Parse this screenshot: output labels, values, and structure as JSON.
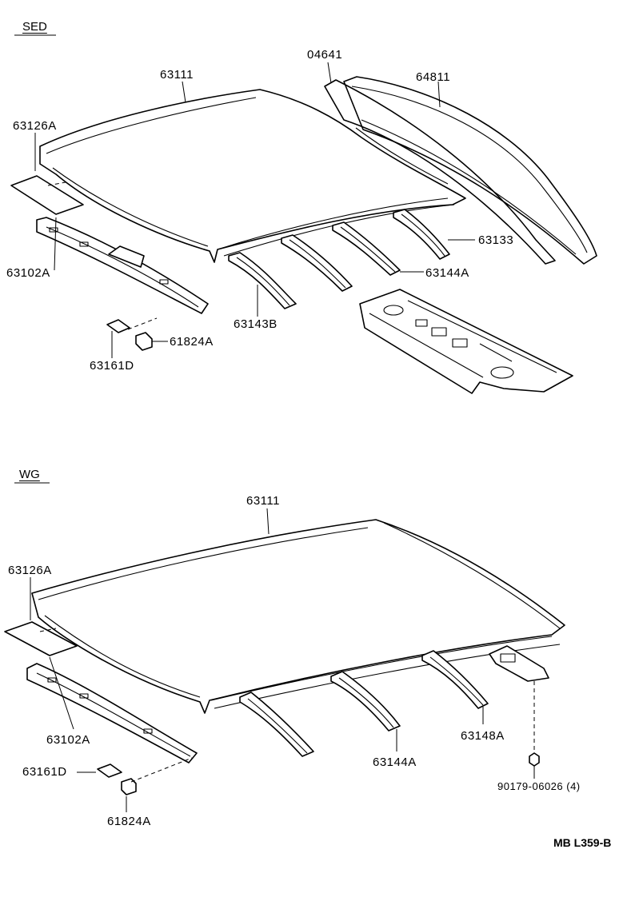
{
  "sections": {
    "sed": "SED",
    "wg": "WG"
  },
  "sed_parts": {
    "roof_panel": "63111",
    "back_window_sealant": "04641",
    "back_window_glass": "64811",
    "roof_insulator": "63126A",
    "front_roof_rail": "63102A",
    "roof_rail_rear": "63133",
    "roof_bow_rear": "63144A",
    "roof_bow_front": "63143B",
    "retainer": "61824A",
    "spacer": "63161D"
  },
  "wg_parts": {
    "roof_panel": "63111",
    "roof_insulator": "63126A",
    "front_roof_rail": "63102A",
    "spacer": "63161D",
    "retainer": "61824A",
    "roof_bow": "63144A",
    "roof_bow_rear": "63148A",
    "nut": "90179-06026 (4)"
  },
  "reference_code": "MB L359-B"
}
